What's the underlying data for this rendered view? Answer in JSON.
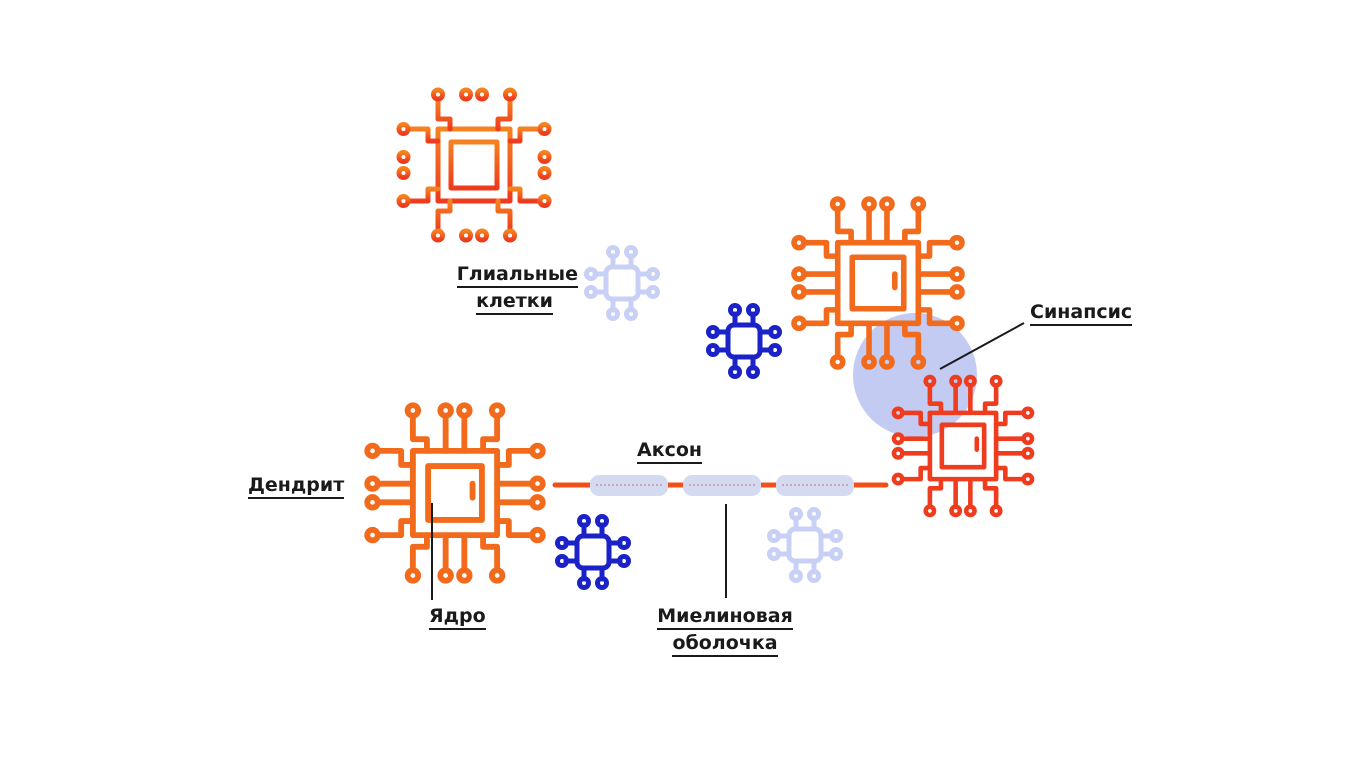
{
  "title": "Neural network schematic (neurons as chips)",
  "colors": {
    "neuron_orange": "#f26a1b",
    "neuron_red": "#ef3b1e",
    "glia_blue": "#1a22c8",
    "glia_light": "#c9d0f5",
    "synapse_blob": "#b8c2f0",
    "myelin": "#d5daf3",
    "text": "#1a1a1a"
  },
  "labels": {
    "glial_cells_line1": "Глиальные",
    "glial_cells_line2": "клетки",
    "synapse": "Синапсис",
    "dendrite": "Дендрит",
    "nucleus": "Ядро",
    "axon": "Аксон",
    "myelin_line1": "Миелиновая",
    "myelin_line2": "оболочка"
  },
  "nodes": [
    {
      "id": "neuron-1",
      "type": "neuron"
    },
    {
      "id": "neuron-2",
      "type": "neuron"
    },
    {
      "id": "neuron-3",
      "type": "neuron"
    },
    {
      "id": "neuron-4",
      "type": "neuron"
    },
    {
      "id": "glia-1",
      "type": "glial",
      "style": "light"
    },
    {
      "id": "glia-2",
      "type": "glial",
      "style": "dark"
    },
    {
      "id": "glia-3",
      "type": "glial",
      "style": "dark"
    },
    {
      "id": "glia-4",
      "type": "glial",
      "style": "light"
    }
  ],
  "connections": [
    {
      "from": "neuron-1",
      "to": "neuron-2",
      "kind": "axon"
    },
    {
      "from": "neuron-3",
      "to": "neuron-4",
      "kind": "myelinated-axon",
      "myelin_segments": 3
    },
    {
      "from": "neuron-2",
      "to": "neuron-4",
      "kind": "synapse"
    }
  ]
}
